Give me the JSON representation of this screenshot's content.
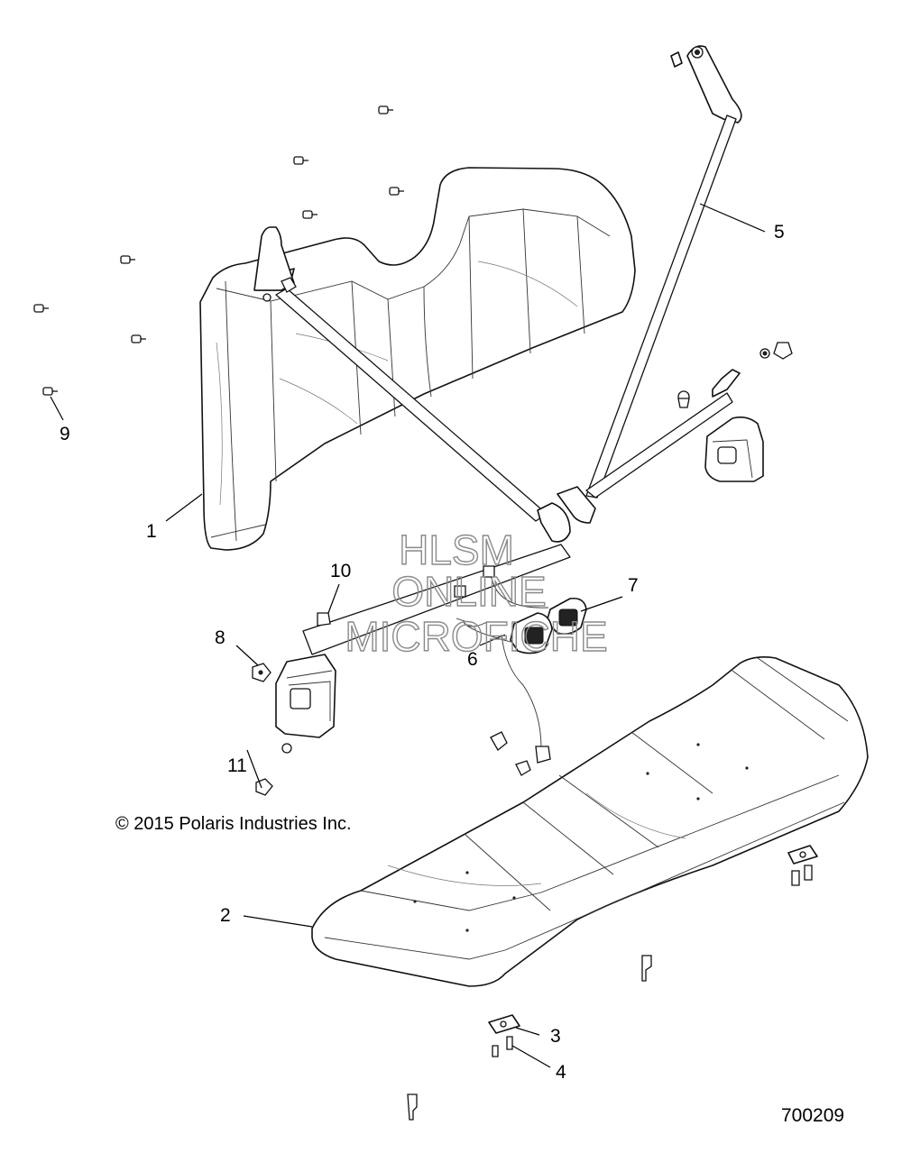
{
  "callouts": [
    {
      "id": "1",
      "label": "1"
    },
    {
      "id": "2",
      "label": "2"
    },
    {
      "id": "3",
      "label": "3"
    },
    {
      "id": "4",
      "label": "4"
    },
    {
      "id": "5",
      "label": "5"
    },
    {
      "id": "6",
      "label": "6"
    },
    {
      "id": "7",
      "label": "7"
    },
    {
      "id": "8",
      "label": "8"
    },
    {
      "id": "9",
      "label": "9"
    },
    {
      "id": "10",
      "label": "10"
    },
    {
      "id": "11",
      "label": "11"
    }
  ],
  "watermark": {
    "line1": "HLSM",
    "line2": "ONLINE",
    "line3": "MICROFICHE"
  },
  "copyright": "© 2015 Polaris Industries Inc.",
  "diagram_number": "700209"
}
